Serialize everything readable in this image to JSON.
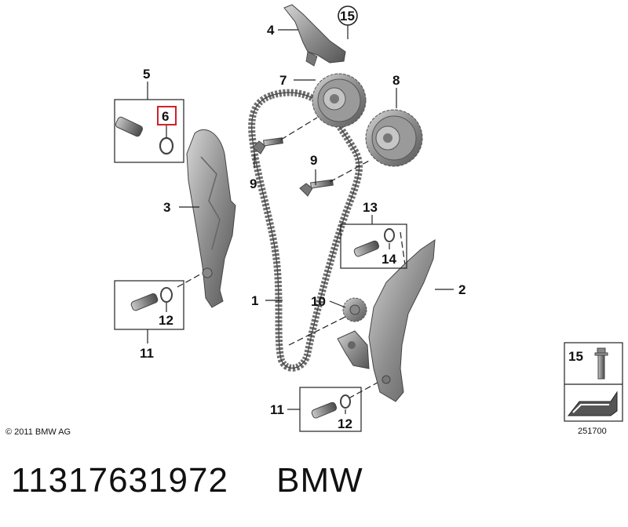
{
  "diagram": {
    "callouts": {
      "c1": "1",
      "c2": "2",
      "c3": "3",
      "c4": "4",
      "c5": "5",
      "c6": "6",
      "c7": "7",
      "c8": "8",
      "c9a": "9",
      "c9b": "9",
      "c10": "10",
      "c11a": "11",
      "c11b": "11",
      "c12a": "12",
      "c12b": "12",
      "c13": "13",
      "c14": "14",
      "c15a": "15",
      "c15b": "15"
    },
    "copyright": "© 2011 BMW AG",
    "drawing_number": "251700",
    "highlight_color": "#d0202a",
    "part_color": "#8c8c8c"
  },
  "caption": {
    "part_number": "11317631972",
    "brand": "BMW"
  }
}
